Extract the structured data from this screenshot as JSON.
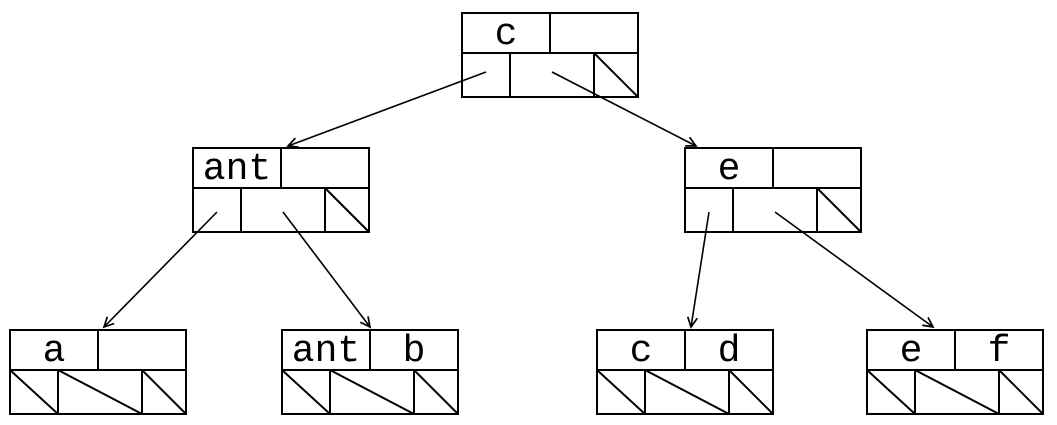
{
  "diagram": {
    "type": "tree",
    "description": "2-3 search tree; each node has two key cells on top and three child-pointer cells below; a diagonal slash marks a null pointer",
    "colors": {
      "line": "#000000",
      "background": "#ffffff"
    },
    "nodes": {
      "root": {
        "key1": "c",
        "key2": "",
        "null_pointers": [
          "right"
        ]
      },
      "ant": {
        "key1": "ant",
        "key2": "",
        "null_pointers": [
          "right"
        ]
      },
      "e": {
        "key1": "e",
        "key2": "",
        "null_pointers": [
          "right"
        ]
      },
      "leaf_a": {
        "key1": "a",
        "key2": "",
        "null_pointers": [
          "left",
          "middle",
          "right"
        ]
      },
      "leaf_ant_b": {
        "key1": "ant",
        "key2": "b",
        "null_pointers": [
          "left",
          "middle",
          "right"
        ]
      },
      "leaf_c_d": {
        "key1": "c",
        "key2": "d",
        "null_pointers": [
          "left",
          "middle",
          "right"
        ]
      },
      "leaf_e_f": {
        "key1": "e",
        "key2": "f",
        "null_pointers": [
          "left",
          "middle",
          "right"
        ]
      }
    },
    "edges": [
      {
        "from": "root",
        "slot": "left",
        "to": "ant"
      },
      {
        "from": "root",
        "slot": "middle",
        "to": "e"
      },
      {
        "from": "ant",
        "slot": "left",
        "to": "leaf_a"
      },
      {
        "from": "ant",
        "slot": "middle",
        "to": "leaf_ant_b"
      },
      {
        "from": "e",
        "slot": "left",
        "to": "leaf_c_d"
      },
      {
        "from": "e",
        "slot": "middle",
        "to": "leaf_e_f"
      }
    ]
  }
}
